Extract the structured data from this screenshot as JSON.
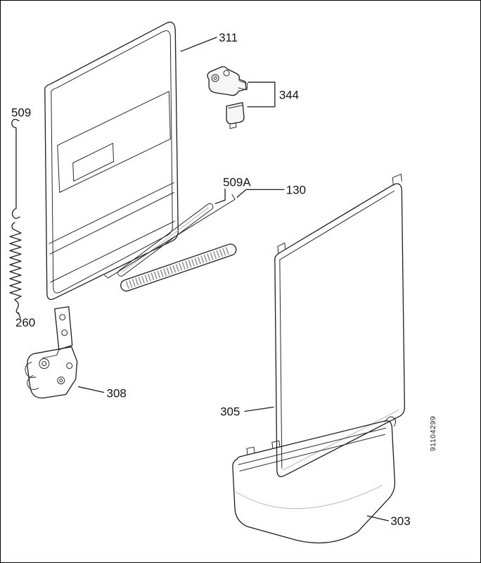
{
  "diagram": {
    "part_labels": [
      {
        "id": "311",
        "text": "311"
      },
      {
        "id": "344",
        "text": "344"
      },
      {
        "id": "509",
        "text": "509"
      },
      {
        "id": "509A",
        "text": "509A"
      },
      {
        "id": "130",
        "text": "130"
      },
      {
        "id": "260",
        "text": "260"
      },
      {
        "id": "308",
        "text": "308"
      },
      {
        "id": "305",
        "text": "305"
      },
      {
        "id": "303",
        "text": "303"
      }
    ],
    "doc_number": "91104299"
  },
  "colors": {
    "line": "#1c1c1c",
    "background": "#ffffff"
  }
}
